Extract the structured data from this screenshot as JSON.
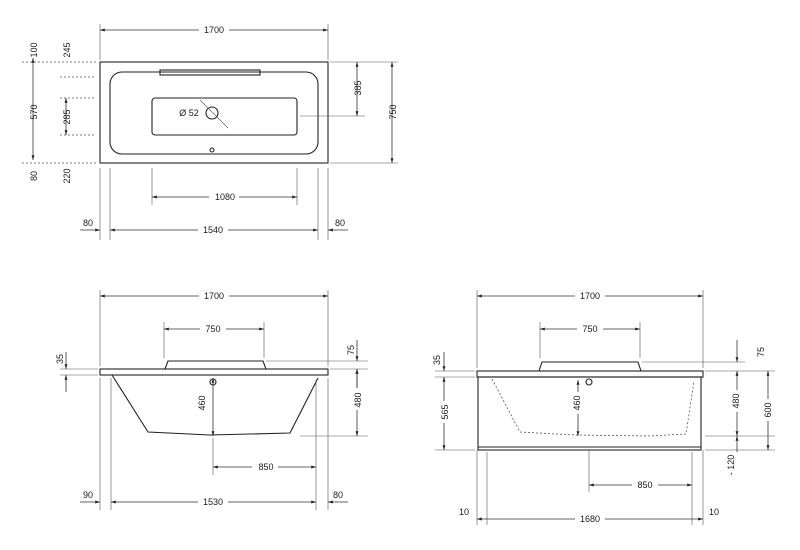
{
  "top_view": {
    "width_total": "1700",
    "depth_total": "750",
    "top_offset": "100",
    "top_margin": "245",
    "inner_height": "570",
    "basin_height": "285",
    "drain_offset": "385",
    "bottom_offset": "80",
    "bottom_margin": "220",
    "drain_label": "Ø 52",
    "basin_width": "1080",
    "left_margin": "80",
    "inner_width": "1540",
    "right_margin": "80"
  },
  "front_view": {
    "width_total": "1700",
    "headrest_width": "750",
    "rim_thickness": "35",
    "headrest_height": "75",
    "depth_inner": "460",
    "depth_outer": "480",
    "drain_distance": "850",
    "left_margin": "90",
    "inner_width": "1530",
    "right_margin": "80"
  },
  "panel_view": {
    "width_total": "1700",
    "headrest_width": "750",
    "rim_thickness": "35",
    "headrest_height": "75",
    "panel_height": "565",
    "depth_inner": "460",
    "depth_outer": "480",
    "total_height": "600",
    "feet_adjust": "- 120",
    "drain_distance": "850",
    "left_margin": "10",
    "inner_width": "1680",
    "right_margin": "10"
  }
}
